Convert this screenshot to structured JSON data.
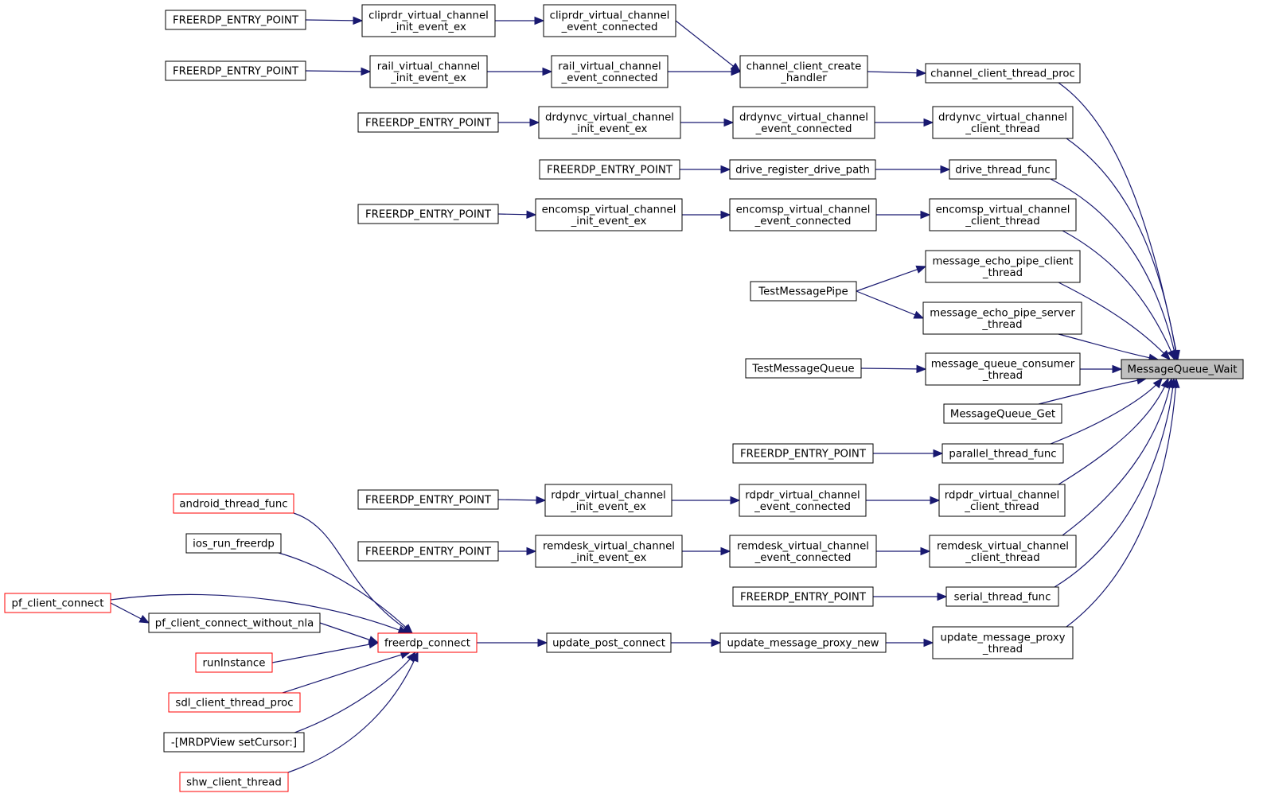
{
  "graph": {
    "title": "",
    "colors": {
      "edge": "#191970",
      "node_border": "#000000",
      "truncated_border": "#ff0000",
      "target_fill": "#bfbfbf"
    },
    "nodes": [
      {
        "id": "mqw",
        "lines": [
          "MessageQueue_Wait"
        ],
        "kind": "target"
      },
      {
        "id": "cctp",
        "lines": [
          "channel_client_thread_proc"
        ]
      },
      {
        "id": "cch",
        "lines": [
          "channel_client_create",
          "_handler"
        ]
      },
      {
        "id": "cvcec",
        "lines": [
          "cliprdr_virtual_channel",
          "_event_connected"
        ]
      },
      {
        "id": "cvcie",
        "lines": [
          "cliprdr_virtual_channel",
          "_init_event_ex"
        ]
      },
      {
        "id": "fep1",
        "lines": [
          "FREERDP_ENTRY_POINT"
        ]
      },
      {
        "id": "rvcec",
        "lines": [
          "rail_virtual_channel",
          "_event_connected"
        ]
      },
      {
        "id": "rvcie",
        "lines": [
          "rail_virtual_channel",
          "_init_event_ex"
        ]
      },
      {
        "id": "fep2",
        "lines": [
          "FREERDP_ENTRY_POINT"
        ]
      },
      {
        "id": "dvct",
        "lines": [
          "drdynvc_virtual_channel",
          "_client_thread"
        ]
      },
      {
        "id": "dvcec",
        "lines": [
          "drdynvc_virtual_channel",
          "_event_connected"
        ]
      },
      {
        "id": "dvcie",
        "lines": [
          "drdynvc_virtual_channel",
          "_init_event_ex"
        ]
      },
      {
        "id": "fep3",
        "lines": [
          "FREERDP_ENTRY_POINT"
        ]
      },
      {
        "id": "dtf",
        "lines": [
          "drive_thread_func"
        ]
      },
      {
        "id": "drdp",
        "lines": [
          "drive_register_drive_path"
        ]
      },
      {
        "id": "fep4",
        "lines": [
          "FREERDP_ENTRY_POINT"
        ]
      },
      {
        "id": "evct",
        "lines": [
          "encomsp_virtual_channel",
          "_client_thread"
        ]
      },
      {
        "id": "evcec",
        "lines": [
          "encomsp_virtual_channel",
          "_event_connected"
        ]
      },
      {
        "id": "evcie",
        "lines": [
          "encomsp_virtual_channel",
          "_init_event_ex"
        ]
      },
      {
        "id": "fep5",
        "lines": [
          "FREERDP_ENTRY_POINT"
        ]
      },
      {
        "id": "mepct",
        "lines": [
          "message_echo_pipe_client",
          "_thread"
        ]
      },
      {
        "id": "mepst",
        "lines": [
          "message_echo_pipe_server",
          "_thread"
        ]
      },
      {
        "id": "tmp",
        "lines": [
          "TestMessagePipe"
        ]
      },
      {
        "id": "mqct",
        "lines": [
          "message_queue_consumer",
          "_thread"
        ]
      },
      {
        "id": "tmq",
        "lines": [
          "TestMessageQueue"
        ]
      },
      {
        "id": "mqg",
        "lines": [
          "MessageQueue_Get"
        ]
      },
      {
        "id": "ptf",
        "lines": [
          "parallel_thread_func"
        ]
      },
      {
        "id": "fep6",
        "lines": [
          "FREERDP_ENTRY_POINT"
        ]
      },
      {
        "id": "rvct",
        "lines": [
          "rdpdr_virtual_channel",
          "_client_thread"
        ]
      },
      {
        "id": "rdvcec",
        "lines": [
          "rdpdr_virtual_channel",
          "_event_connected"
        ]
      },
      {
        "id": "rdvcie",
        "lines": [
          "rdpdr_virtual_channel",
          "_init_event_ex"
        ]
      },
      {
        "id": "fep7",
        "lines": [
          "FREERDP_ENTRY_POINT"
        ]
      },
      {
        "id": "rmvct",
        "lines": [
          "remdesk_virtual_channel",
          "_client_thread"
        ]
      },
      {
        "id": "rmvcec",
        "lines": [
          "remdesk_virtual_channel",
          "_event_connected"
        ]
      },
      {
        "id": "rmvcie",
        "lines": [
          "remdesk_virtual_channel",
          "_init_event_ex"
        ]
      },
      {
        "id": "fep8",
        "lines": [
          "FREERDP_ENTRY_POINT"
        ]
      },
      {
        "id": "stf",
        "lines": [
          "serial_thread_func"
        ]
      },
      {
        "id": "fep9",
        "lines": [
          "FREERDP_ENTRY_POINT"
        ]
      },
      {
        "id": "umpt",
        "lines": [
          "update_message_proxy",
          "_thread"
        ]
      },
      {
        "id": "umpn",
        "lines": [
          "update_message_proxy_new"
        ]
      },
      {
        "id": "upc",
        "lines": [
          "update_post_connect"
        ]
      },
      {
        "id": "fc",
        "lines": [
          "freerdp_connect"
        ],
        "kind": "truncated"
      },
      {
        "id": "atf",
        "lines": [
          "android_thread_func"
        ],
        "kind": "truncated"
      },
      {
        "id": "irf",
        "lines": [
          "ios_run_freerdp"
        ]
      },
      {
        "id": "pcc",
        "lines": [
          "pf_client_connect"
        ],
        "kind": "truncated"
      },
      {
        "id": "pccwn",
        "lines": [
          "pf_client_connect_without_nla"
        ]
      },
      {
        "id": "ri",
        "lines": [
          "runInstance"
        ],
        "kind": "truncated"
      },
      {
        "id": "sctp",
        "lines": [
          "sdl_client_thread_proc"
        ],
        "kind": "truncated"
      },
      {
        "id": "mrdp",
        "lines": [
          "-[MRDPView setCursor:]"
        ]
      },
      {
        "id": "sct",
        "lines": [
          "shw_client_thread"
        ],
        "kind": "truncated"
      }
    ],
    "edges": [
      {
        "from": "fep1",
        "to": "cvcie"
      },
      {
        "from": "cvcie",
        "to": "cvcec"
      },
      {
        "from": "cvcec",
        "to": "cch"
      },
      {
        "from": "fep2",
        "to": "rvcie"
      },
      {
        "from": "rvcie",
        "to": "rvcec"
      },
      {
        "from": "rvcec",
        "to": "cch"
      },
      {
        "from": "cch",
        "to": "cctp"
      },
      {
        "from": "cctp",
        "to": "mqw"
      },
      {
        "from": "fep3",
        "to": "dvcie"
      },
      {
        "from": "dvcie",
        "to": "dvcec"
      },
      {
        "from": "dvcec",
        "to": "dvct"
      },
      {
        "from": "dvct",
        "to": "mqw"
      },
      {
        "from": "fep4",
        "to": "drdp"
      },
      {
        "from": "drdp",
        "to": "dtf"
      },
      {
        "from": "dtf",
        "to": "mqw"
      },
      {
        "from": "fep5",
        "to": "evcie"
      },
      {
        "from": "evcie",
        "to": "evcec"
      },
      {
        "from": "evcec",
        "to": "evct"
      },
      {
        "from": "evct",
        "to": "mqw"
      },
      {
        "from": "tmp",
        "to": "mepct"
      },
      {
        "from": "tmp",
        "to": "mepst"
      },
      {
        "from": "mepct",
        "to": "mqw"
      },
      {
        "from": "mepst",
        "to": "mqw"
      },
      {
        "from": "tmq",
        "to": "mqct"
      },
      {
        "from": "mqct",
        "to": "mqw"
      },
      {
        "from": "mqg",
        "to": "mqw"
      },
      {
        "from": "fep6",
        "to": "ptf"
      },
      {
        "from": "ptf",
        "to": "mqw"
      },
      {
        "from": "fep7",
        "to": "rdvcie"
      },
      {
        "from": "rdvcie",
        "to": "rdvcec"
      },
      {
        "from": "rdvcec",
        "to": "rvct"
      },
      {
        "from": "rvct",
        "to": "mqw"
      },
      {
        "from": "fep8",
        "to": "rmvcie"
      },
      {
        "from": "rmvcie",
        "to": "rmvcec"
      },
      {
        "from": "rmvcec",
        "to": "rmvct"
      },
      {
        "from": "rmvct",
        "to": "mqw"
      },
      {
        "from": "fep9",
        "to": "stf"
      },
      {
        "from": "stf",
        "to": "mqw"
      },
      {
        "from": "umpn",
        "to": "umpt"
      },
      {
        "from": "umpt",
        "to": "mqw"
      },
      {
        "from": "upc",
        "to": "umpn"
      },
      {
        "from": "fc",
        "to": "upc"
      },
      {
        "from": "atf",
        "to": "fc"
      },
      {
        "from": "irf",
        "to": "fc"
      },
      {
        "from": "pcc",
        "to": "fc"
      },
      {
        "from": "pcc",
        "to": "pccwn"
      },
      {
        "from": "pccwn",
        "to": "fc"
      },
      {
        "from": "ri",
        "to": "fc"
      },
      {
        "from": "sctp",
        "to": "fc"
      },
      {
        "from": "mrdp",
        "to": "fc"
      },
      {
        "from": "sct",
        "to": "fc"
      }
    ]
  }
}
